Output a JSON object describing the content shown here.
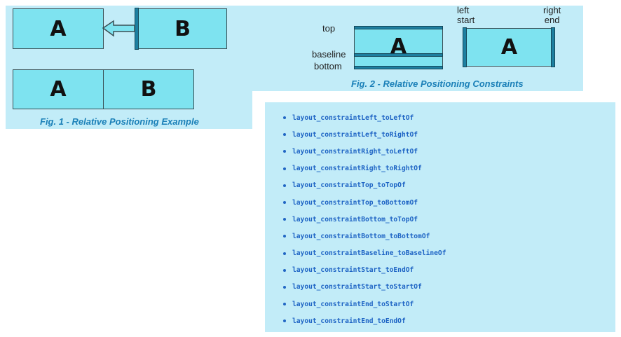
{
  "fig1": {
    "box_a": "A",
    "box_b": "B",
    "box_a2": "A",
    "box_b2": "B",
    "caption": "Fig. 1 - Relative Positioning Example"
  },
  "fig2": {
    "label_top": "top",
    "label_baseline": "baseline",
    "label_bottom": "bottom",
    "box_a": "A",
    "label_left_line1": "left",
    "label_left_line2": "start",
    "label_right_line1": "right",
    "label_right_line2": "end",
    "box_a2": "A",
    "caption": "Fig. 2 - Relative Positioning Constraints"
  },
  "constraints": [
    "layout_constraintLeft_toLeftOf",
    "layout_constraintLeft_toRightOf",
    "layout_constraintRight_toLeftOf",
    "layout_constraintRight_toRightOf",
    "layout_constraintTop_toTopOf",
    "layout_constraintTop_toBottomOf",
    "layout_constraintBottom_toTopOf",
    "layout_constraintBottom_toBottomOf",
    "layout_constraintBaseline_toBaselineOf",
    "layout_constraintStart_toEndOf",
    "layout_constraintStart_toStartOf",
    "layout_constraintEnd_toStartOf",
    "layout_constraintEnd_toEndOf"
  ],
  "colors": {
    "panel_background": "#c2ecf8",
    "box_fill": "#7ee3f0",
    "bar_fill": "#1d7fa0",
    "caption_text": "#1b80b8",
    "code_text": "#1d63c4"
  }
}
